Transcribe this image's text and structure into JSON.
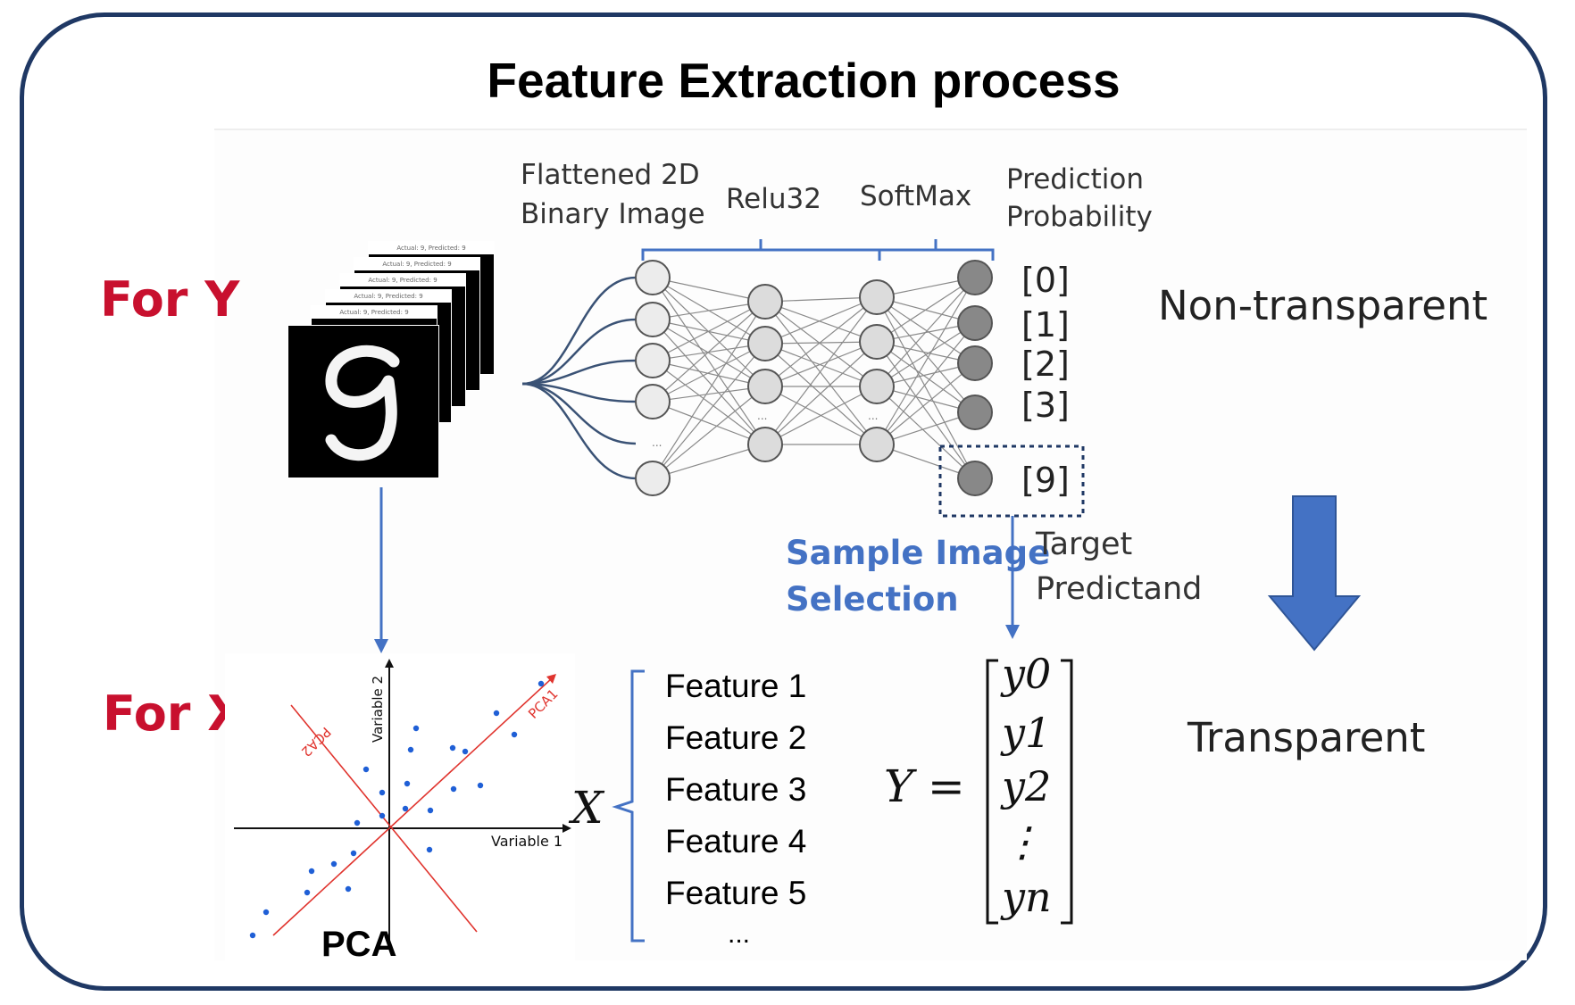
{
  "title": "Feature Extraction process",
  "for_y": "For Y",
  "for_x": "For X",
  "network": {
    "input_label_1": "Flattened 2D",
    "input_label_2": "Binary Image",
    "hidden_label": "Relu32",
    "softmax_label": "SoftMax",
    "output_label_1": "Prediction",
    "output_label_2": "Probability",
    "outputs": [
      "[0]",
      "[1]",
      "[2]",
      "[3]",
      "[9]"
    ],
    "ellipsis": "..."
  },
  "mnist_caption": "Actual: 9, Predicted: 9",
  "selection": {
    "label_1": "Sample Image",
    "label_2": "Selection",
    "target_1": "Target",
    "target_2": "Predictand"
  },
  "transparency": {
    "top": "Non-transparent",
    "bottom": "Transparent"
  },
  "pca": {
    "label": "PCA",
    "axis_x": "Variable 1",
    "axis_y": "Variable 2",
    "pc1": "PCA1",
    "pc2": "PCA2"
  },
  "features": {
    "x_symbol": "X",
    "items": [
      "Feature 1",
      "Feature 2",
      "Feature 3",
      "Feature 4",
      "Feature 5"
    ],
    "ellipsis": "..."
  },
  "y_vector": {
    "lhs": "Y =",
    "entries": [
      "y0",
      "y1",
      "y2",
      "⋮",
      "yn"
    ]
  },
  "colors": {
    "frame": "#1f3864",
    "accent_blue": "#4472c4",
    "red": "#c8102e",
    "point_blue": "#1f5fd6"
  }
}
